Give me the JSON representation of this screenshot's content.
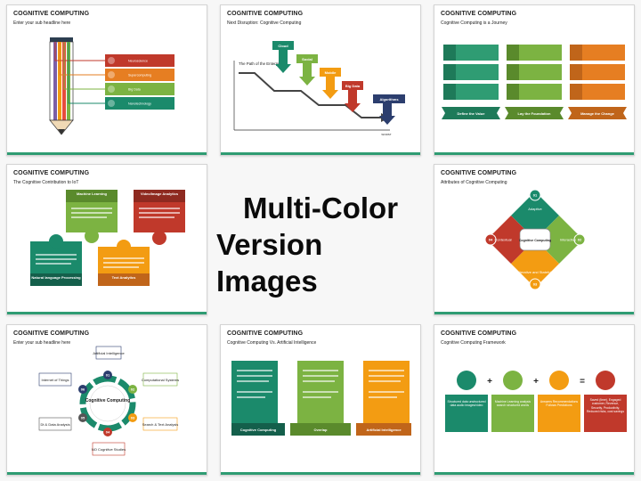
{
  "center": {
    "line1": "Multi-Color",
    "line2": "Version Images"
  },
  "slides": [
    {
      "title": "COGNITIVE COMPUTING",
      "subtitle": "Enter your sub headline here",
      "items": [
        "Neuroscience",
        "Supercomputing",
        "Big Data",
        "Nanotechnology"
      ]
    },
    {
      "title": "COGNITIVE COMPUTING",
      "subtitle": "Next Disruption: Cognitive Computing",
      "path_label": "The Path of the Enterprise",
      "steps": [
        "Cloud",
        "Social",
        "Mobile",
        "Big Data",
        "Algorithms"
      ],
      "axis_label": "WORST"
    },
    {
      "title": "COGNITIVE COMPUTING",
      "subtitle": "Cognitive Computing is a Journey",
      "columns": [
        "Define the Value",
        "Lay the Foundation",
        "Manage the Change"
      ]
    },
    {
      "title": "COGNITIVE COMPUTING",
      "subtitle": "The Cognitive Contribution to IoT",
      "blocks": [
        "Machine Learning",
        "Video/Image Analytics",
        "Natural language Processing",
        "Text Analytics"
      ]
    },
    {
      "title": "COGNITIVE COMPUTING",
      "subtitle": "Attributes of Cognitive Computing",
      "hub": "Cognitive Computing",
      "attributes": [
        "Adaptive",
        "Interactive",
        "Iterative and Stateful",
        "Contextual"
      ],
      "numbers": [
        "01",
        "02",
        "03",
        "04"
      ]
    },
    {
      "title": "COGNITIVE COMPUTING",
      "subtitle": "Enter your sub headline here",
      "hub": "Cognitive Computing",
      "nodes": [
        "Artificial Intelligence",
        "Computational Systems",
        "Search & Text Analysis",
        "NO Cognitive Studies",
        "Dt & Data Analysis",
        "Internet of Things"
      ],
      "numbers": [
        "01",
        "02",
        "03",
        "04",
        "05",
        "06"
      ]
    },
    {
      "title": "COGNITIVE COMPUTING",
      "subtitle": "Cognitive Computing Vs. Artificial Intelligence",
      "labels": [
        "Cognitive Computing",
        "Overlap",
        "Artificial Intelligence"
      ]
    },
    {
      "title": "COGNITIVE COMPUTING",
      "subtitle": "Cognitive Computing Framework",
      "items": [
        "Structured data unstructured data audio images/video",
        "Machine Learning analysis search structured words",
        "Answers Recommendations Follows Predictions",
        "Saved (time), Engaged customer, Revenue, Security, Productivity, Reduced risks, cost savings"
      ],
      "operators": [
        "+",
        "+",
        "="
      ]
    }
  ],
  "colors": {
    "accent": "#2f9c73",
    "purple": "#6b4c9a",
    "red": "#c0392b",
    "green": "#7cb342",
    "teal": "#1b8a6b",
    "orange": "#e67e22"
  }
}
